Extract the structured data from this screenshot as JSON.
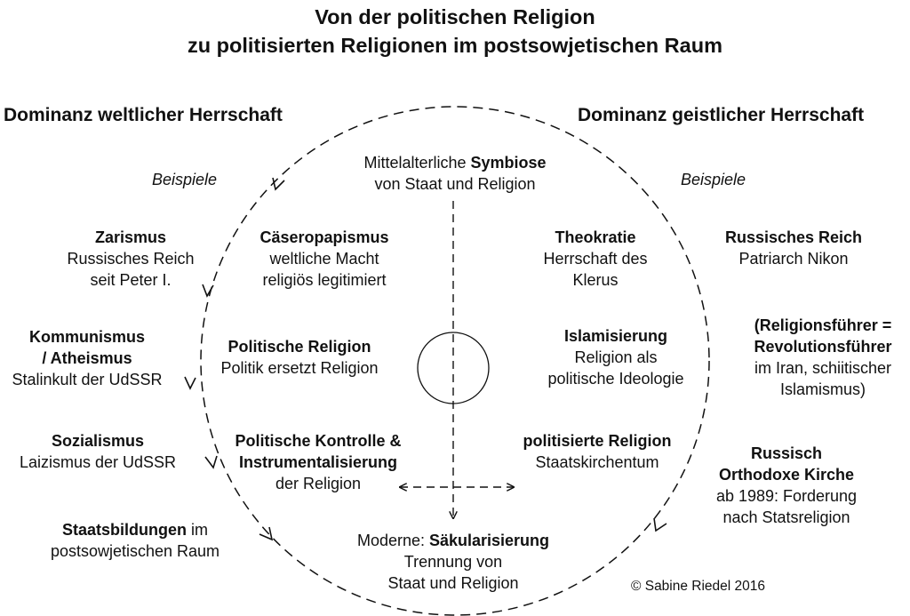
{
  "title": {
    "line1": "Von der politischen Religion",
    "line2": "zu politisierten Religionen im postsowjetischen Raum"
  },
  "headers": {
    "left": "Dominanz weltlicher Herrschaft",
    "right": "Dominanz geistlicher Herrschaft"
  },
  "examples": {
    "left": "Beispiele",
    "right": "Beispiele"
  },
  "top_center": {
    "line1_prefix": "Mittelalterliche ",
    "line1_bold": "Symbiose",
    "line2": "von Staat und Religion"
  },
  "inner_left": {
    "caesaropapism": {
      "heading": "Cäseropapismus",
      "line1": "weltliche Macht",
      "line2": "religiös legitimiert"
    },
    "political_religion": {
      "heading": "Politische Religion",
      "line1": "Politik ersetzt Religion"
    },
    "control": {
      "heading1": "Politische Kontrolle &",
      "heading2": "Instrumentalisierung",
      "line1": "der Religion"
    }
  },
  "inner_right": {
    "theocracy": {
      "heading": "Theokratie",
      "line1": "Herrschaft des",
      "line2": "Klerus"
    },
    "islamisation": {
      "heading": "Islamisierung",
      "line1": "Religion als",
      "line2": "politische Ideologie"
    },
    "politicized": {
      "heading": "politisierte Religion",
      "line1": "Staatskirchentum"
    }
  },
  "bottom_center": {
    "line1_prefix": "Moderne: ",
    "line1_bold": "Säkularisierung",
    "line2": "Trennung von",
    "line3": "Staat und Religion"
  },
  "outer_left": {
    "tsarism": {
      "heading": "Zarismus",
      "line1": "Russisches Reich",
      "line2": "seit Peter I."
    },
    "communism": {
      "heading1": "Kommunismus",
      "heading2": "/ Atheismus",
      "line1": "Stalinkult der UdSSR"
    },
    "socialism": {
      "heading": "Sozialismus",
      "line1": "Laizismus der UdSSR"
    },
    "states": {
      "line1_bold": "Staatsbildungen",
      "line1_rest": " im",
      "line2": "postsowjetischen Raum"
    }
  },
  "outer_right": {
    "empire": {
      "heading": "Russisches Reich",
      "line1": "Patriarch Nikon"
    },
    "iran": {
      "heading1": "(Religionsführer =",
      "heading2": "Revolutionsführer",
      "line1": "im Iran, schiitischer",
      "line2": "Islamismus)"
    },
    "orthodox": {
      "heading1": "Russisch",
      "heading2": "Orthodoxe Kirche",
      "line1": "ab 1989: Forderung",
      "line2": "nach Statsreligion"
    }
  },
  "copyright": "©  Sabine Riedel 2016",
  "colors": {
    "line": "#111111",
    "text": "#111111",
    "background": "#ffffff"
  }
}
